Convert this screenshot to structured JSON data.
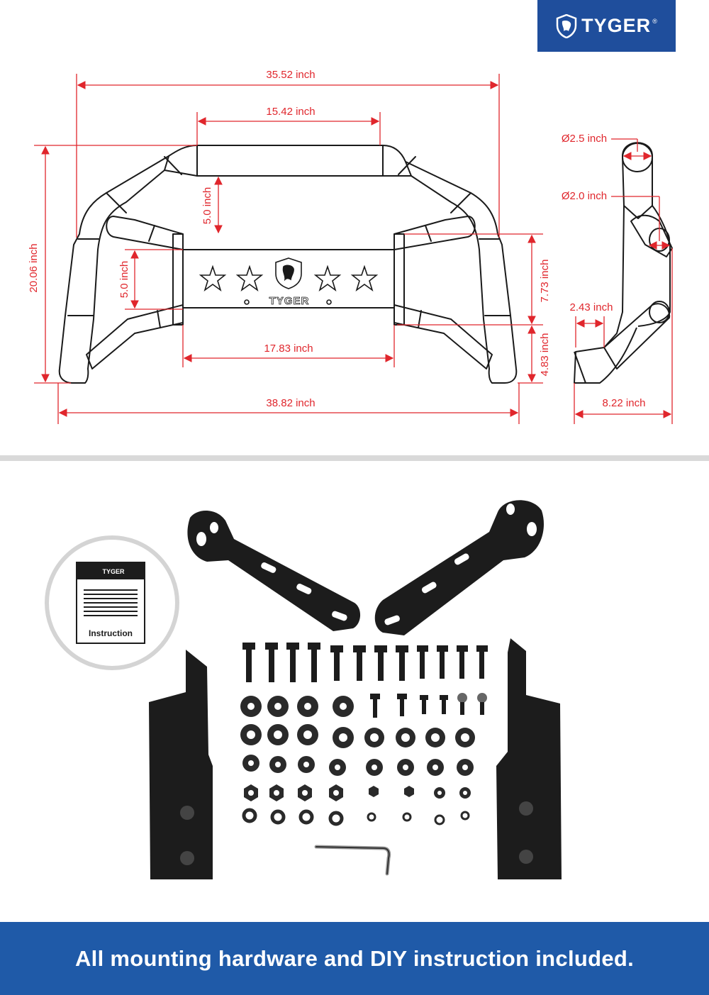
{
  "brand": {
    "name": "TYGER",
    "registered": "®",
    "color": "#1f4e9c"
  },
  "dimensions": {
    "overall_top_width": "35.52 inch",
    "top_bar_width": "15.42 inch",
    "height_total": "20.06 inch",
    "upper_gap": "5.0 inch",
    "lower_gap": "5.0 inch",
    "plate_height": "7.73 inch",
    "bottom_offset": "4.83 inch",
    "plate_width": "17.83 inch",
    "overall_bottom_width": "38.82 inch",
    "tube_diameter_main": "Ø2.5 inch",
    "tube_diameter_inner": "Ø2.0 inch",
    "side_offset": "2.43 inch",
    "side_depth": "8.22 inch"
  },
  "plate": {
    "brand": "TYGER"
  },
  "instruction_card": {
    "brand": "TYGER",
    "label": "Instruction"
  },
  "footer": {
    "text": "All mounting hardware and DIY instruction included."
  },
  "colors": {
    "dimension": "#e0262c",
    "footer_bg": "#1f5aa8",
    "hardware": "#1c1c1c"
  }
}
